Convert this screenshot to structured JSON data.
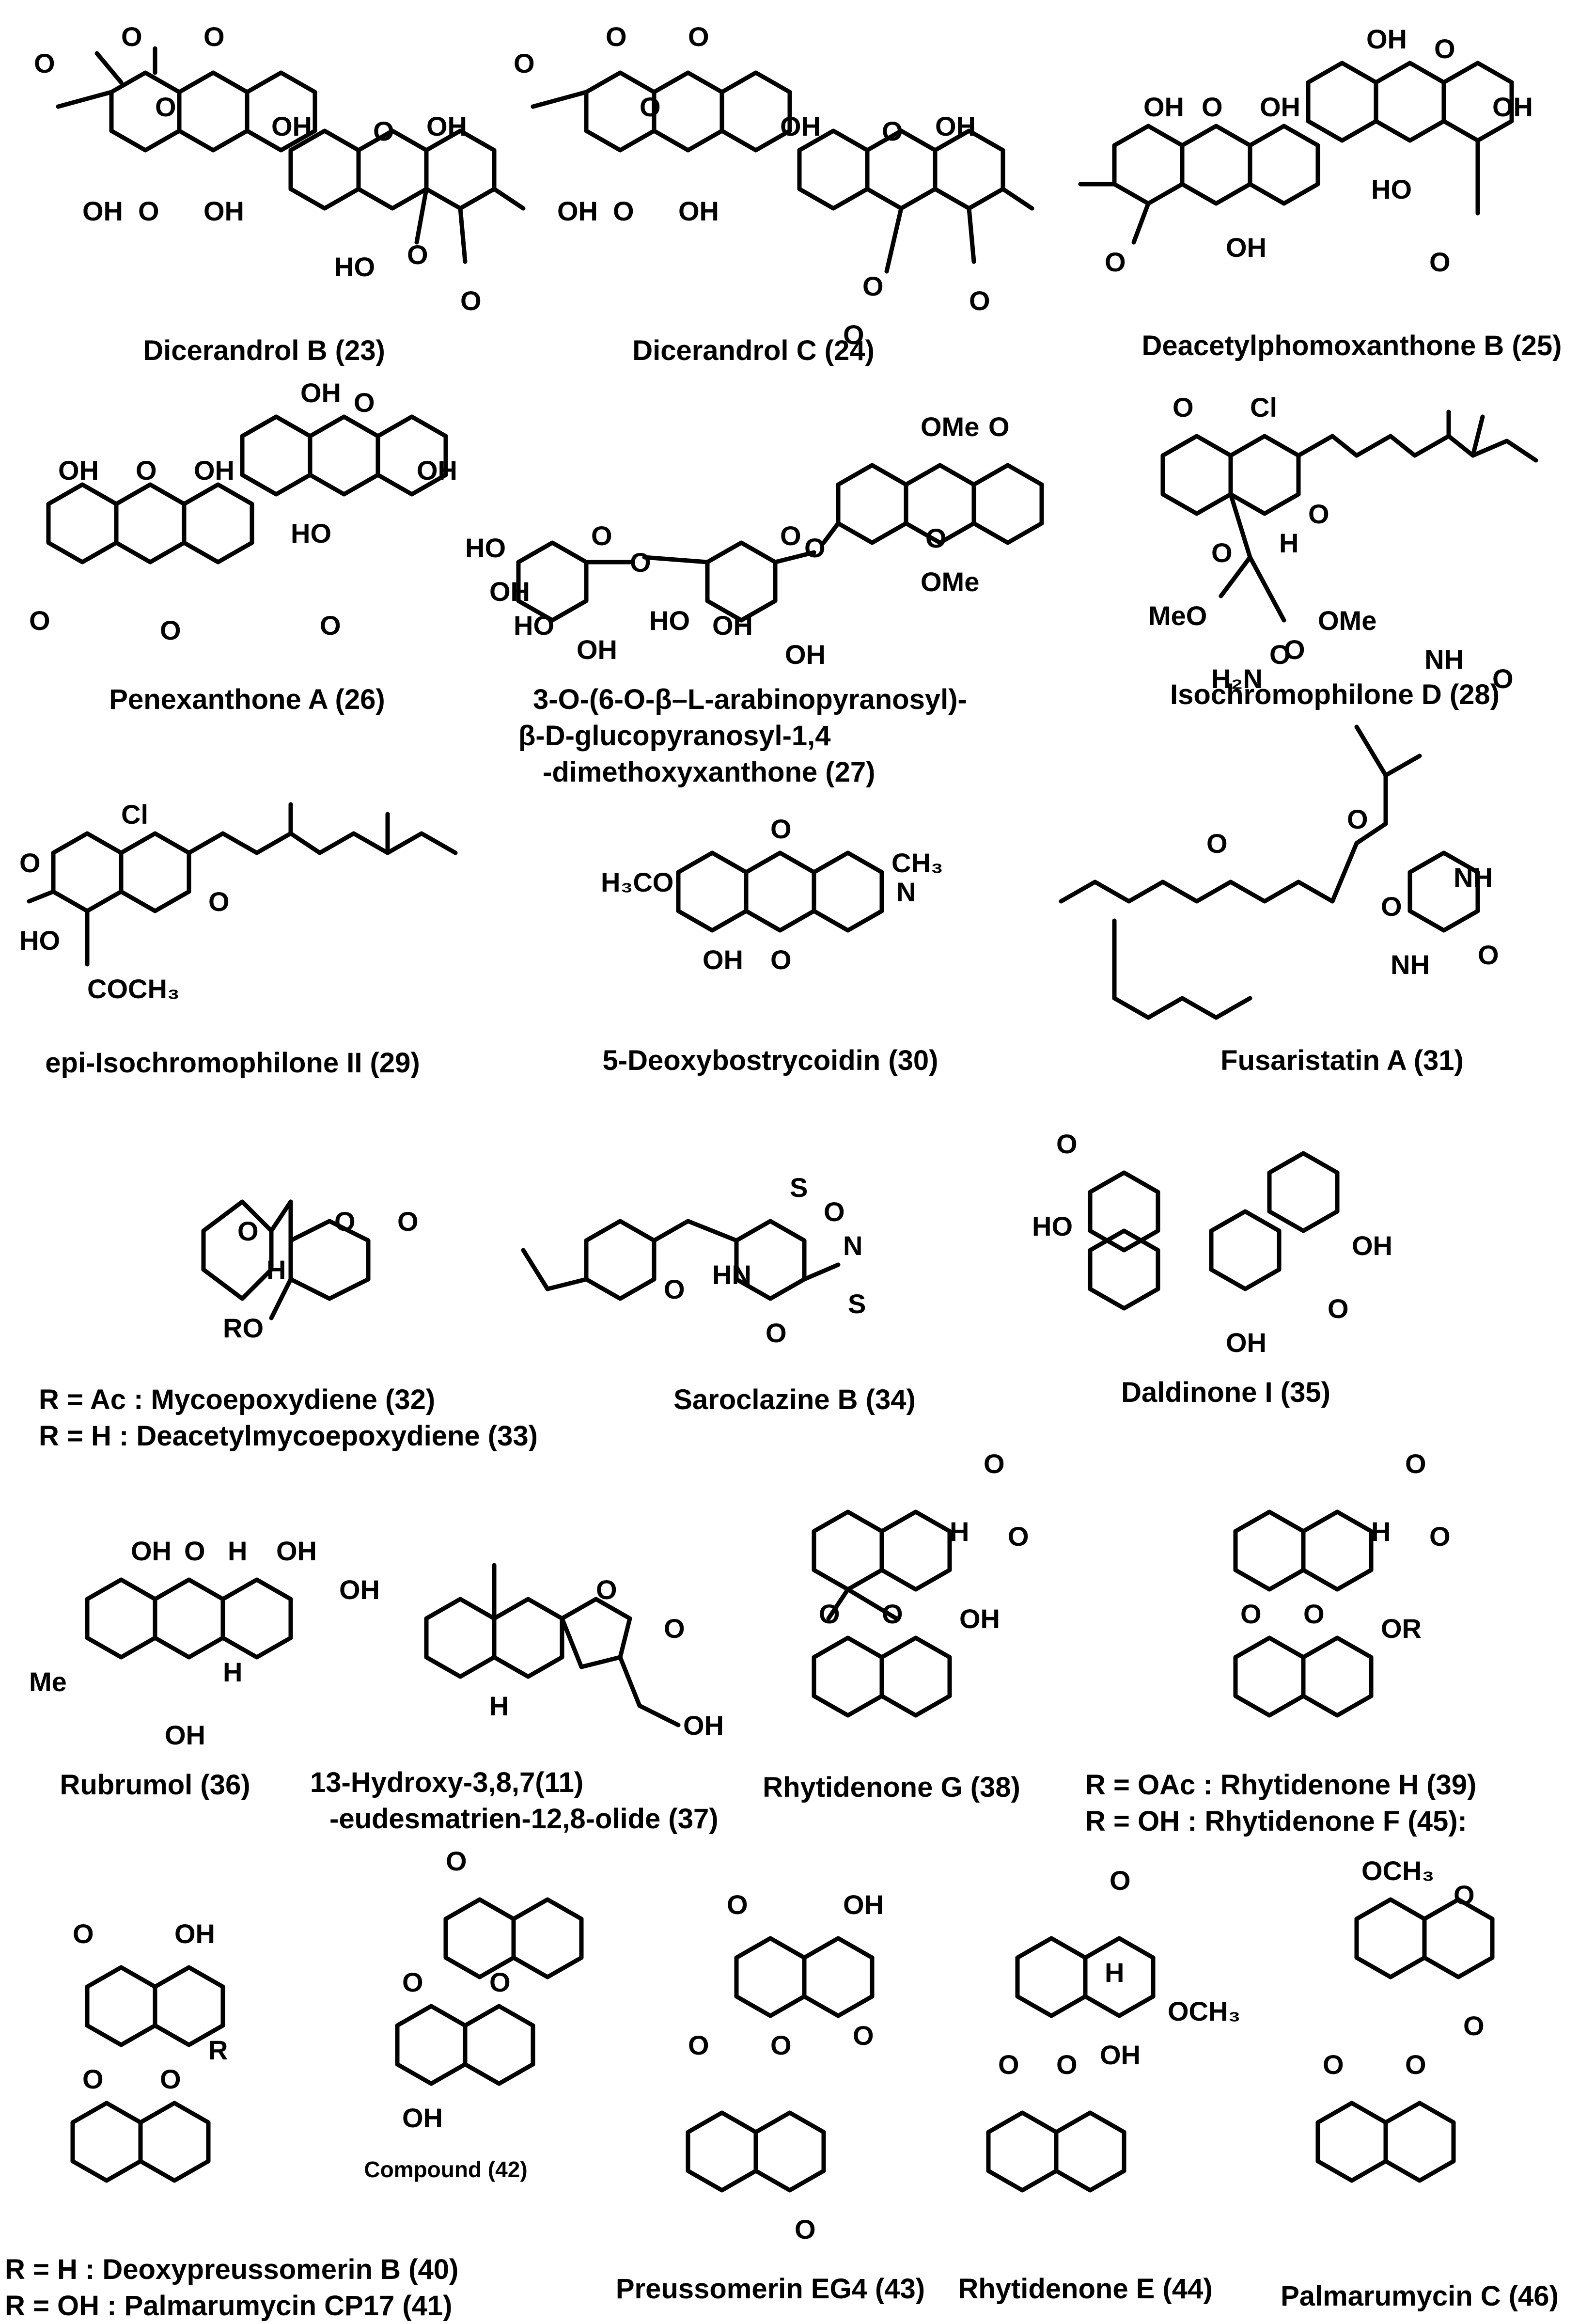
{
  "labels": {
    "c23": "Dicerandrol B (23)",
    "c24": "Dicerandrol C (24)",
    "c25": "Deacetylphomoxanthone B (25)",
    "c26": "Penexanthone A (26)",
    "c27_l1": "3-O-(6-O-β–L-arabinopyranosyl)-",
    "c27_l2": "β-D-glucopyranosyl-1,4",
    "c27_l3": "-dimethoxyxanthone (27)",
    "c28": "Isochromophilone D (28)",
    "c29": "epi-Isochromophilone II (29)",
    "c30": "5-Deoxybostrycoidin (30)",
    "c31": "Fusaristatin A (31)",
    "c32": "R = Ac : Mycoepoxydiene (32)",
    "c33": "R = H : Deacetylmycoepoxydiene (33)",
    "c34": "Saroclazine B (34)",
    "c35": "Daldinone I (35)",
    "c36": "Rubrumol (36)",
    "c37_l1": "13-Hydroxy-3,8,7(11)",
    "c37_l2": "-eudesmatrien-12,8-olide (37)",
    "c38": "Rhytidenone G (38)",
    "c39": "R = OAc : Rhytidenone H (39)",
    "c45": "R = OH : Rhytidenone F   (45):",
    "c40": "R = H : Deoxypreussomerin B (40)",
    "c41": "R = OH : Palmarumycin CP17 (41)",
    "c42": "Compound (42)",
    "c43": "Preussomerin EG4 (43)",
    "c44": "Rhytidenone E (44)",
    "c46": "Palmarumycin C (46)"
  },
  "atoms": {
    "OH": "OH",
    "O": "O",
    "OMe": "OMe",
    "MeO": "MeO",
    "Cl": "Cl",
    "H": "H",
    "HO": "HO",
    "N": "N",
    "NH": "NH",
    "H2N": "H₂N",
    "H3CO": "H₃CO",
    "CH3": "CH₃",
    "COCH3": "COCH₃",
    "OCH3": "OCH₃",
    "RO": "RO",
    "OR": "OR",
    "R": "R",
    "S": "S",
    "Me": "Me",
    "HN": "HN"
  }
}
